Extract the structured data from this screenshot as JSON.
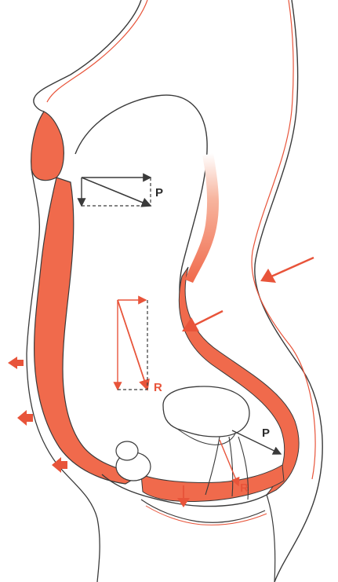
{
  "labels": {
    "vector_p_top": "P",
    "vector_r_mid": "R",
    "vector_p_bottom": "P",
    "vector_r_bottom": "R"
  },
  "colors": {
    "outline": "#3a3a3a",
    "accent": "#e8543a",
    "accent_fill": "#f06a4c",
    "background": "#ffffff"
  }
}
